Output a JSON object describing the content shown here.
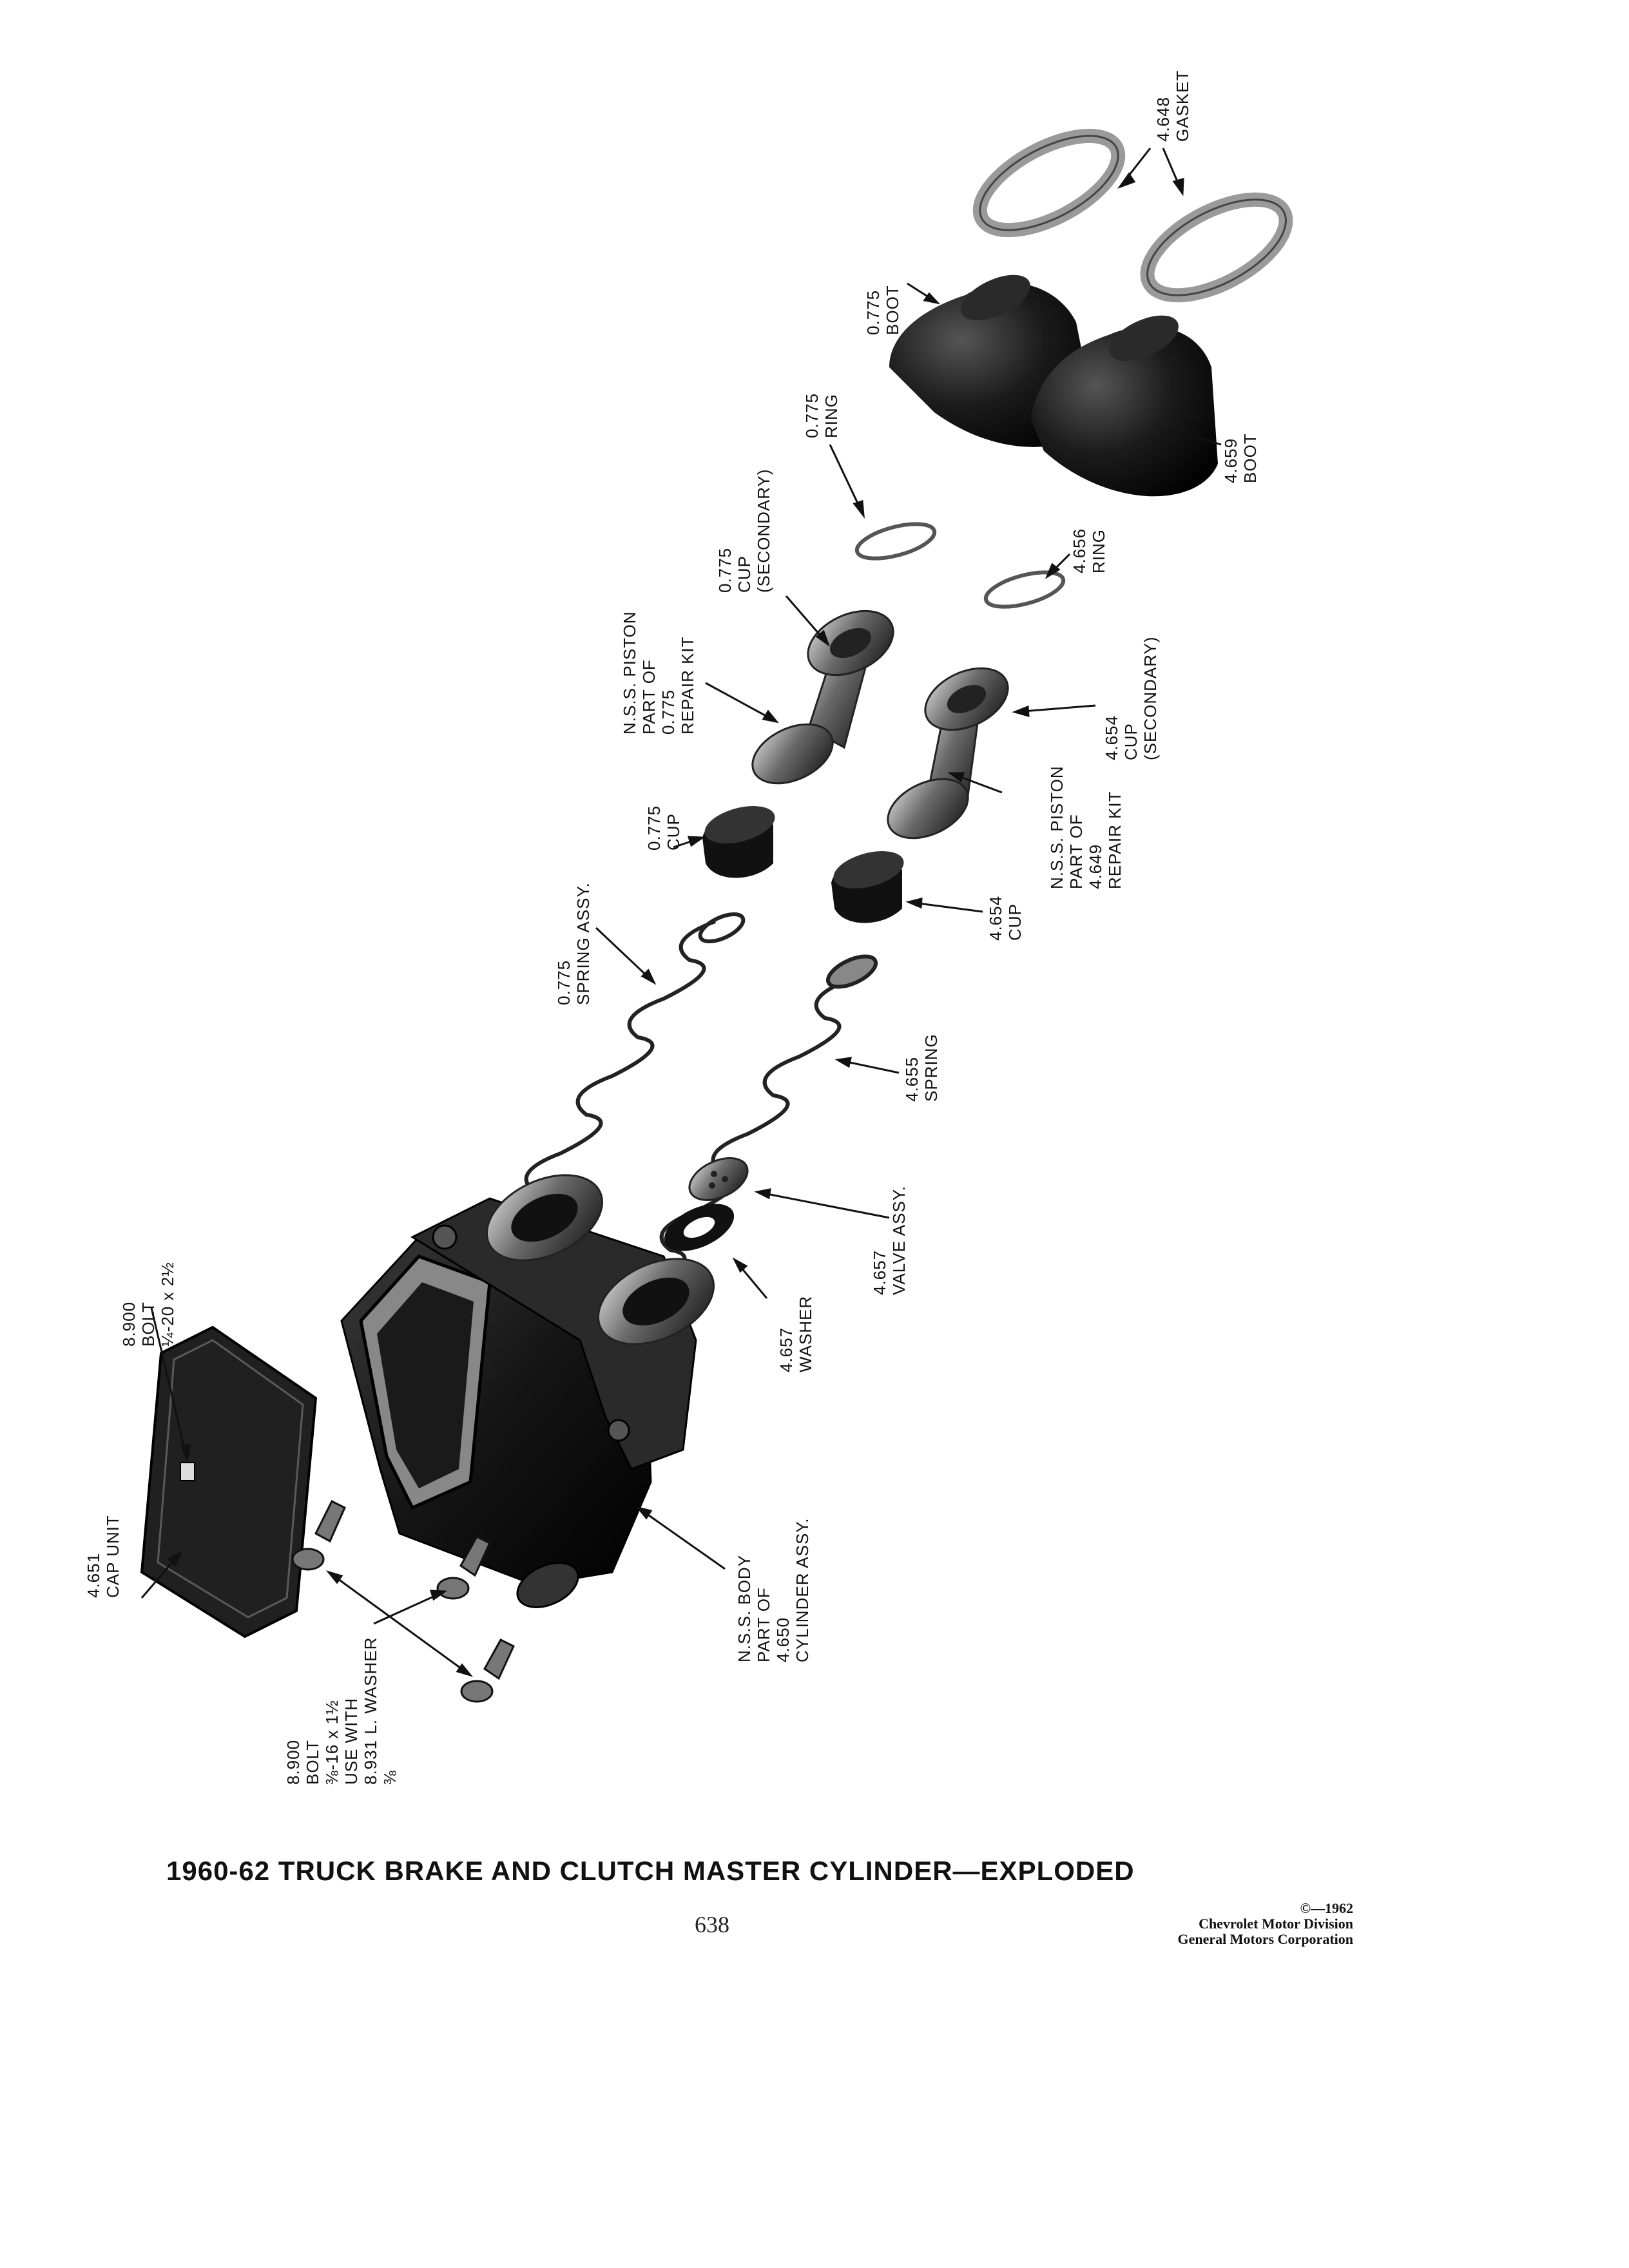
{
  "caption": {
    "title": "1960-62 TRUCK BRAKE AND CLUTCH MASTER CYLINDER—EXPLODED",
    "page_number": "638",
    "copyright_lines": [
      "©—1962",
      "Chevrolet Motor Division",
      "General Motors Corporation"
    ]
  },
  "labels": [
    {
      "id": "gasket-4648",
      "lines": [
        "4.648",
        "GASKET"
      ]
    },
    {
      "id": "boot-0775",
      "lines": [
        "0.775",
        "BOOT"
      ]
    },
    {
      "id": "boot-4659",
      "lines": [
        "4.659",
        "BOOT"
      ]
    },
    {
      "id": "ring-0775",
      "lines": [
        "0.775",
        "RING"
      ]
    },
    {
      "id": "ring-4656",
      "lines": [
        "4.656",
        "RING"
      ]
    },
    {
      "id": "cup-secondary-0775",
      "lines": [
        "0.775",
        "CUP",
        "(SECONDARY)"
      ]
    },
    {
      "id": "piston-0775",
      "lines": [
        "N.S.S. PISTON",
        "PART OF",
        "0.775",
        "REPAIR KIT"
      ]
    },
    {
      "id": "cup-secondary-4654",
      "lines": [
        "4.654",
        "CUP",
        "(SECONDARY)"
      ]
    },
    {
      "id": "piston-4649",
      "lines": [
        "N.S.S. PISTON",
        "PART OF",
        "4.649",
        "REPAIR KIT"
      ]
    },
    {
      "id": "cup-0775",
      "lines": [
        "0.775",
        "CUP"
      ]
    },
    {
      "id": "cup-4654",
      "lines": [
        "4.654",
        "CUP"
      ]
    },
    {
      "id": "spring-assy-0775",
      "lines": [
        "0.775",
        "SPRING ASSY."
      ]
    },
    {
      "id": "spring-4655",
      "lines": [
        "4.655",
        "SPRING"
      ]
    },
    {
      "id": "valve-assy-4657",
      "lines": [
        "4.657",
        "VALVE ASSY."
      ]
    },
    {
      "id": "washer-4657",
      "lines": [
        "4.657",
        "WASHER"
      ]
    },
    {
      "id": "body-4650",
      "lines": [
        "N.S.S. BODY",
        "PART OF",
        "4.650",
        "CYLINDER ASSY."
      ]
    },
    {
      "id": "bolt-top-8900",
      "lines": [
        "8.900",
        "BOLT",
        "¼-20 x 2½"
      ]
    },
    {
      "id": "cap-unit-4651",
      "lines": [
        "4.651",
        "CAP UNIT"
      ]
    },
    {
      "id": "bolt-bottom-8900",
      "lines": [
        "8.900",
        "BOLT",
        "⅜-16 x 1½",
        "USE WITH",
        "8.931 L. WASHER",
        "⅜"
      ]
    }
  ]
}
